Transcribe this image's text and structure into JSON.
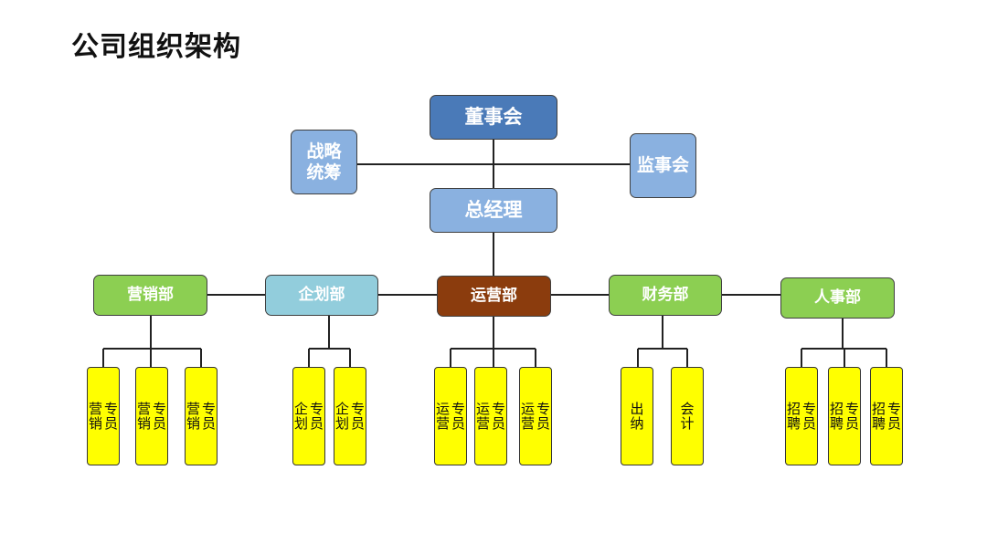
{
  "page_title": "公司组织架构",
  "top": {
    "board": "董事会",
    "strategy": "战略\n统筹",
    "supervisors": "监事会",
    "gm": "总经理"
  },
  "departments": [
    {
      "key": "marketing",
      "label": "营销部",
      "color": "#8ccf52",
      "staff": [
        "营销专员",
        "营销专员",
        "营销专员"
      ]
    },
    {
      "key": "planning",
      "label": "企划部",
      "color": "#92cddc",
      "staff": [
        "企划专员",
        "企划专员"
      ]
    },
    {
      "key": "operations",
      "label": "运营部",
      "color": "#8b3c0d",
      "staff": [
        "运营专员",
        "运营专员",
        "运营专员"
      ]
    },
    {
      "key": "finance",
      "label": "财务部",
      "color": "#8ccf52",
      "staff": [
        "出纳",
        "会计"
      ]
    },
    {
      "key": "hr",
      "label": "人事部",
      "color": "#8ccf52",
      "staff": [
        "招聘专员",
        "招聘专员",
        "招聘专员"
      ]
    }
  ],
  "colors": {
    "board": "#4a7ab8",
    "light_blue": "#8ab1e0",
    "green": "#8ccf52",
    "cyan": "#92cddc",
    "brown": "#8b3c0d",
    "staff_yellow": "#ffff00",
    "line": "#222222"
  }
}
